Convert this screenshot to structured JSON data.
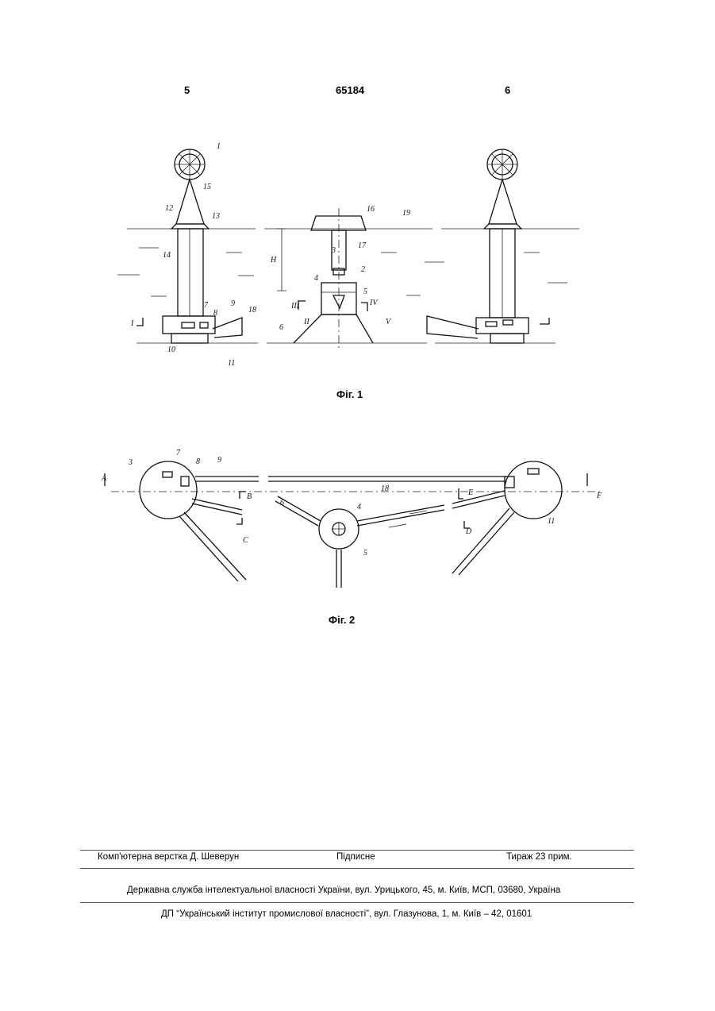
{
  "header": {
    "page_left": "5",
    "patent_number": "65184",
    "page_right": "6"
  },
  "figures": [
    {
      "caption": "Фіг. 1",
      "labels": [
        "1",
        "12",
        "15",
        "13",
        "16",
        "19",
        "14",
        "17",
        "3",
        "2",
        "H",
        "4",
        "5",
        "III",
        "IV",
        "II",
        "V",
        "7",
        "8",
        "9",
        "18",
        "I",
        "6",
        "10",
        "11"
      ]
    },
    {
      "caption": "Фіг. 2",
      "labels": [
        "3",
        "7",
        "8",
        "9",
        "18",
        "B",
        "C",
        "D",
        "E",
        "F",
        "A",
        "6",
        "4",
        "5",
        "11"
      ]
    }
  ],
  "footer": {
    "layout": "Комп'ютерна верстка Д. Шеверун",
    "signed": "Підписне",
    "circulation": "Тираж 23 прим.",
    "agency": "Державна служба інтелектуальної власності України, вул. Урицького, 45, м. Київ, МСП, 03680, Україна",
    "institute": "ДП “Український інститут промислової власності”, вул. Глазунова, 1, м. Київ – 42, 01601"
  }
}
